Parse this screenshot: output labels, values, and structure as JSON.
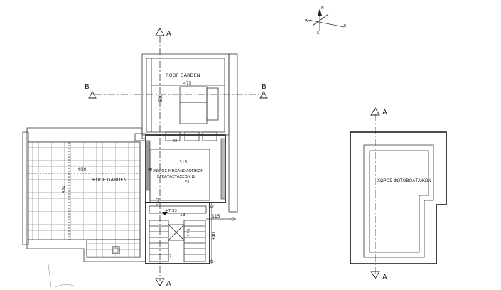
{
  "labels": {
    "roof_garden_top": "ROOF GARDEN",
    "roof_garden_left": "ROOF GARDEN",
    "machinery_room_line1": "ΧΩΡΟΣ ΜΗΧΑΝΟΛΟΓΙΚΩΝ",
    "machinery_room_line2": "ΕΓΚΑΤΑΣΤΑΣΕΩΝ Ω",
    "machinery_room_tag": "P3",
    "photovoltaic_area": "ΧΩΡΟΣ ΦΩΤΟΒΟΛΤΑΙΚΩΝ",
    "stair_count": "18",
    "elevation": "+7.33",
    "stair_mark": "7"
  },
  "dimensions": {
    "d475": "475",
    "d590": "590",
    "d315": "315",
    "d650": "650",
    "d574": "574",
    "d710": "710",
    "d115": "115",
    "d340": "340",
    "d135": "135",
    "d80": "80",
    "d60": "60"
  },
  "sections": {
    "a": "A",
    "b": "B"
  },
  "compass": {
    "n": "N",
    "e": "E",
    "s": "S",
    "w": "W"
  }
}
